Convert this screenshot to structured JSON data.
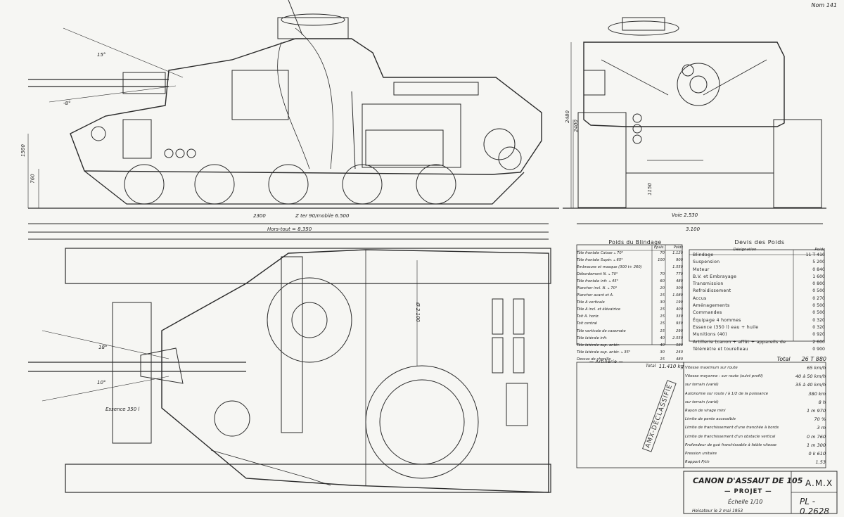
{
  "sheet_number": "Nom 141",
  "side_view_dims": {
    "length_hull": "2300",
    "length_front": "Z ter 90/mobile 6.500",
    "length_total": "Hors-tout = 8.350",
    "angle_elev": "15°",
    "angle_dep": "-8°",
    "height_ground": "760",
    "height_hull": "1500"
  },
  "front_view_dims": {
    "height_total": "2480",
    "height_roof": "2400",
    "height_sill": "1150",
    "width_track": "Voie 2.530",
    "width_total": "3.100"
  },
  "plan_view_dims": {
    "angle_left": "18°",
    "angle_right": "10°",
    "ammo_note": "Essence 350 l",
    "width_inner": "Ø 2.100"
  },
  "armor_table": {
    "title": "Poids du Blindage",
    "col_thickness": "Epais.",
    "col_weight": "Poids",
    "rows": [
      {
        "name": "Tôle frontale Caisse  ⦣ 70°",
        "t": "70",
        "w": "1.120"
      },
      {
        "name": "Tôle frontale Supér.  ⦣ 65°",
        "t": "100",
        "w": "900"
      },
      {
        "name": "Embrasure et masque (300 t+ 260)",
        "t": "",
        "w": "1.550"
      },
      {
        "name": "Débordement N.  ⦣ 70°",
        "t": "70",
        "w": "770"
      },
      {
        "name": "Tôle frontale infr.  ⦣ 45°",
        "t": "60",
        "w": "480"
      },
      {
        "name": "Plancher incl. N.  ⦣ 70°",
        "t": "20",
        "w": "300"
      },
      {
        "name": "Plancher avant et A.",
        "t": "15",
        "w": "1.080"
      },
      {
        "name": "Tôle A verticale",
        "t": "30",
        "w": "190"
      },
      {
        "name": "Tôle A incl. et élévatrice",
        "t": "15",
        "w": "400"
      },
      {
        "name": "Toit A. horiz.",
        "t": "15",
        "w": "330"
      },
      {
        "name": "Toit central",
        "t": "15",
        "w": "930"
      },
      {
        "name": "Tôle verticale de casemate",
        "t": "15",
        "w": "290"
      },
      {
        "name": "Tôle latérale infr.",
        "t": "40",
        "w": "2.550"
      },
      {
        "name": "Tôle latérale sup. antér.",
        "t": "40",
        "w": "580"
      },
      {
        "name": "Tôle latérale sup. antér.  ⦣ 35°",
        "t": "30",
        "w": "240"
      },
      {
        "name": "Dessus de chenille",
        "t": "15",
        "w": "480"
      }
    ],
    "total_label": "Total",
    "total": "11.410 kg"
  },
  "weights_table": {
    "title": "Devis des Poids",
    "col_designation": "Désignation",
    "col_weight": "Poids",
    "rows": [
      {
        "name": "Blindage",
        "w": "11 T 410"
      },
      {
        "name": "Suspension",
        "w": "5 200"
      },
      {
        "name": "Moteur",
        "w": "0 840"
      },
      {
        "name": "B.V. et Embrayage",
        "w": "1 600"
      },
      {
        "name": "Transmission",
        "w": "0 800"
      },
      {
        "name": "Refroidissement",
        "w": "0 500"
      },
      {
        "name": "Accus",
        "w": "0 270"
      },
      {
        "name": "Aménagements",
        "w": "0 500"
      },
      {
        "name": "Commandes",
        "w": "0 500"
      },
      {
        "name": "Équipage  4 hommes",
        "w": "0 320"
      },
      {
        "name": "Essence (350 l) eau + huile",
        "w": "0 320"
      },
      {
        "name": "Munitions (40)",
        "w": "0 920"
      },
      {
        "name": "Artillerie (canon + affût + appareils de pointage)",
        "w": "2 600"
      },
      {
        "name": "Télémètre et tourelleau",
        "w": "0 900"
      }
    ],
    "total_label": "Total",
    "total": "26 T 880"
  },
  "artillery_label": "— Artillerie —",
  "performance": [
    {
      "name": "Vitesse maximum sur route",
      "v": "65 km/h"
    },
    {
      "name": "Vitesse moyenne : sur route (suivt profil)",
      "v": "40 à 50 km/h"
    },
    {
      "name": "  sur terrain (varié)",
      "v": "35 à 40 km/h"
    },
    {
      "name": "Autonomie  sur route / à 1/2 de la puissance",
      "v": "380 km"
    },
    {
      "name": "  sur terrain (varié)",
      "v": "8 h"
    },
    {
      "name": "Rayon de virage mini",
      "v": "1 m 970"
    },
    {
      "name": "Limite de pente accessible",
      "v": "70 %"
    },
    {
      "name": "Limite de franchissement d'une tranchée à bords francs",
      "v": "3 m"
    },
    {
      "name": "Limite de franchissement d'un obstacle vertical",
      "v": "0 m 760"
    },
    {
      "name": "Profondeur de gué franchissable à faible vitesse",
      "v": "1 m 300"
    },
    {
      "name": "Pression unitaire",
      "v": "0 k 610"
    },
    {
      "name": "Rapport P/ch",
      "v": "1,53"
    }
  ],
  "stamp": "AMX-DÉCLASSIFIÉ",
  "title_block": {
    "title": "CANON D'ASSAUT DE 105",
    "subtitle": "— PROJET —",
    "scale": "Échelle 1/10",
    "signature": "Heisateur le 2 mai 1953",
    "maker": "A.M.X",
    "drawing_number": "PL - 0.2628"
  },
  "colors": {
    "paper": "#f6f6f3",
    "ink": "#2a2a2a"
  }
}
